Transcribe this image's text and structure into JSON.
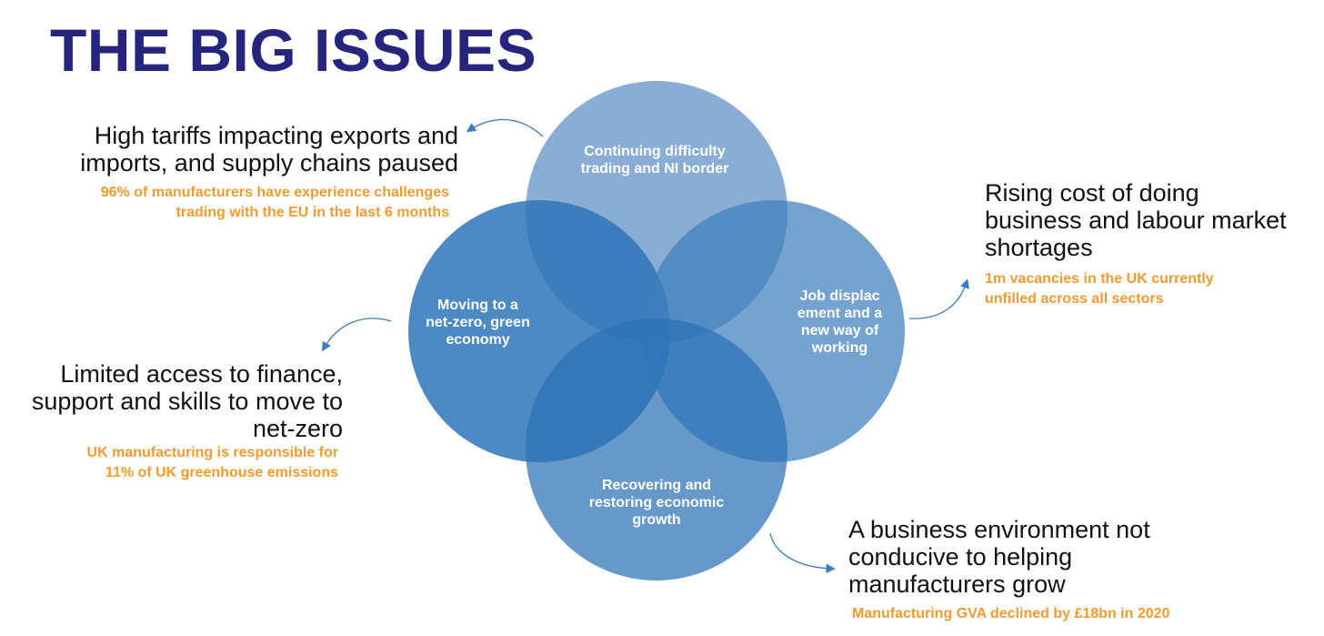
{
  "title": "THE BIG ISSUES",
  "colors": {
    "title": "#26257e",
    "accent_stat": "#f39a30",
    "circle_light": "#7ea6cf",
    "circle_mid": "#3d7fc1",
    "arrow": "#3a7cc0"
  },
  "circles": {
    "top": "Continuing difficulty trading and NI border",
    "left": "Moving to a net-zero, green economy",
    "right": "Job displacement and a new way of working",
    "bottom": "Recovering and restoring economic growth"
  },
  "issues": {
    "top_left": {
      "line1": "High tariffs impacting exports and",
      "line2": "imports, and supply chains paused",
      "stat1": "96% of manufacturers have experience challenges",
      "stat2": "trading with the EU in the last 6 months"
    },
    "bottom_left": {
      "line1": "Limited access to finance,",
      "line2": "support and skills to move to",
      "line3": "net-zero",
      "stat1": "UK manufacturing is responsible for",
      "stat2": "11% of UK greenhouse emissions"
    },
    "right": {
      "line1": "Rising cost of doing",
      "line2": "business and labour market",
      "line3": "shortages",
      "stat1": "1m vacancies in the UK currently",
      "stat2": "unfilled across all sectors"
    },
    "bottom_right": {
      "line1": "A business environment not",
      "line2": "conducive to helping",
      "line3": "manufacturers grow",
      "stat1": "Manufacturing GVA declined by £18bn in 2020"
    }
  }
}
